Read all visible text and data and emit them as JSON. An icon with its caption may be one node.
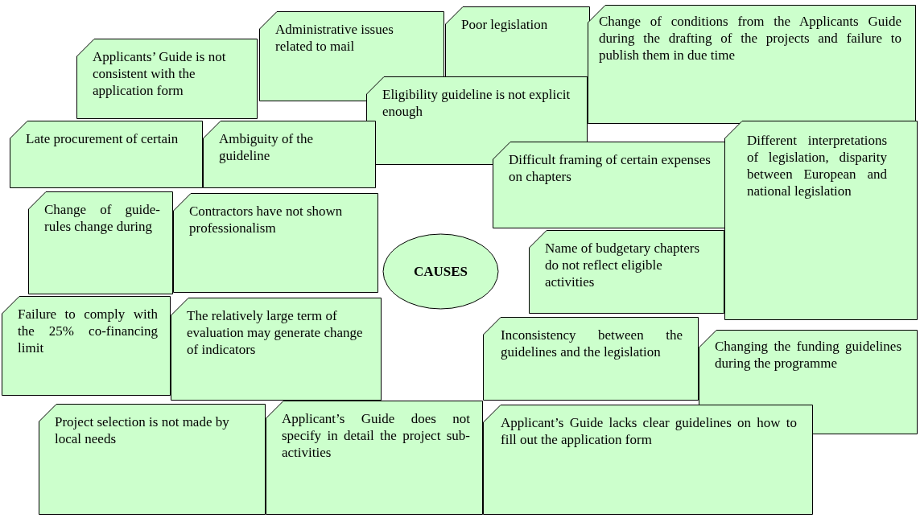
{
  "diagram": {
    "nodes": [
      {
        "text": [
          "Applicants’ Guide is not consistent with the application form"
        ]
      },
      {
        "text": [
          "Administrative issues related to mail"
        ]
      },
      {
        "text": [
          "Poor legislation"
        ]
      },
      {
        "text": [
          "Change of conditions from the Applicants Guide during the drafting of the projects and failure to publish them in due time"
        ]
      },
      {
        "text": [
          "Eligibility guideline is not explicit enough"
        ]
      },
      {
        "text": [
          "Late procurement of certain"
        ]
      },
      {
        "text": [
          "Ambiguity of the guideline"
        ]
      },
      {
        "text": [
          "Difficult framing of certain expenses on chapters"
        ]
      },
      {
        "text": [
          "Different interpretations of legislation, disparity between European and national legislation"
        ]
      },
      {
        "text": [
          "Change of guide-rules change during"
        ]
      },
      {
        "text": [
          "Contractors have not shown professionalism"
        ]
      },
      {
        "text": [
          "CAUSES"
        ]
      },
      {
        "text": [
          "Name of budgetary chapters do not reflect eligible activities"
        ]
      },
      {
        "text": [
          "Failure to comply with the 25% co-financing limit"
        ]
      },
      {
        "text": [
          "The relatively large term of evaluation may generate change of indicators"
        ]
      },
      {
        "text": [
          "Inconsistency between the guidelines and the legislation"
        ]
      },
      {
        "text": [
          "Changing the funding guidelines during the programme"
        ]
      },
      {
        "text": [
          "Project selection is not made by local needs"
        ]
      },
      {
        "text": [
          "Applicant’s Guide does not specify in detail the project sub-activities"
        ]
      },
      {
        "text": [
          "Applicant’s Guide lacks clear guidelines on how to fill out the application form"
        ]
      }
    ],
    "edges": []
  }
}
